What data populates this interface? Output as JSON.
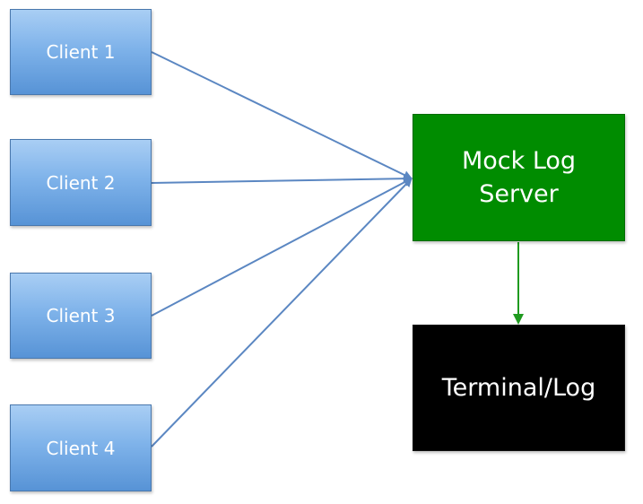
{
  "clients": [
    {
      "label": "Client 1"
    },
    {
      "label": "Client 2"
    },
    {
      "label": "Client 3"
    },
    {
      "label": "Client 4"
    }
  ],
  "server": {
    "line1": "Mock Log",
    "line2": "Server"
  },
  "terminal": {
    "label": "Terminal/Log"
  },
  "colors": {
    "client_arrow": "#5b87c2",
    "server_fill": "#008c00",
    "server_arrow": "#1f9a1f",
    "terminal_fill": "#000000",
    "text": "#ffffff"
  },
  "edges": [
    {
      "from": "Client 1",
      "to": "Mock Log Server"
    },
    {
      "from": "Client 2",
      "to": "Mock Log Server"
    },
    {
      "from": "Client 3",
      "to": "Mock Log Server"
    },
    {
      "from": "Client 4",
      "to": "Mock Log Server"
    },
    {
      "from": "Mock Log Server",
      "to": "Terminal/Log"
    }
  ]
}
